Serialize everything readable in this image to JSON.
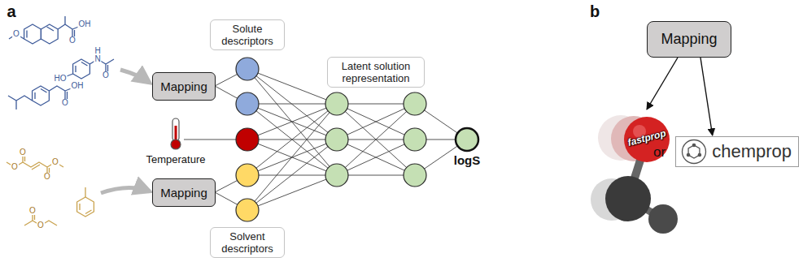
{
  "diagram": {
    "nodes": [
      {
        "text": [
          "Mapping"
        ]
      },
      {
        "text": [
          "Solute descriptors"
        ]
      },
      {
        "text": [
          "Mapping"
        ]
      },
      {
        "text": [
          "Solvent descriptors"
        ]
      },
      {
        "text": [
          "Latent solution representation"
        ]
      },
      {
        "text": [
          "logS"
        ]
      },
      {
        "text": [
          "Mapping"
        ]
      },
      {
        "text": [
          "fastprop"
        ]
      },
      {
        "text": [
          "chemprop"
        ]
      }
    ],
    "edges": [
      {
        "from": 6,
        "to": 7,
        "arrow": "to"
      },
      {
        "from": 6,
        "to": 8,
        "arrow": "to"
      }
    ],
    "labels": [
      "a",
      "O",
      "OH",
      "O",
      "HO",
      "N",
      "H",
      "O",
      "OH",
      "O",
      "Temperature",
      "O",
      "O",
      "O",
      "O",
      "O",
      "O",
      "b",
      "or"
    ]
  }
}
